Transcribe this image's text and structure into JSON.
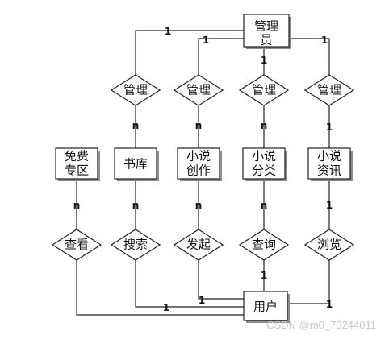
{
  "entities": {
    "admin_line1": "管理",
    "admin_line2": "员",
    "free_line1": "免费",
    "free_line2": "专区",
    "library": "书库",
    "creation_line1": "小说",
    "creation_line2": "创作",
    "category_line1": "小说",
    "category_line2": "分类",
    "news_line1": "小说",
    "news_line2": "资讯",
    "user": "用户"
  },
  "relations": {
    "manage_1": "管理",
    "manage_2": "管理",
    "manage_3": "管理",
    "manage_4": "管理",
    "view": "查看",
    "search": "搜索",
    "initiate": "发起",
    "query": "查询",
    "browse": "浏览"
  },
  "cardinalities": {
    "admin_manage1": "1",
    "admin_manage2": "1",
    "admin_manage3": "1",
    "admin_manage4": "1",
    "manage1_library": "n",
    "manage2_creation": "n",
    "manage3_category": "n",
    "manage4_news": "1",
    "free_view": "n",
    "library_search": "n",
    "creation_initiate": "n",
    "category_query": "n",
    "news_browse": "1",
    "query_user": "1",
    "user_left_a": "1",
    "user_left_b": "1",
    "user_right": "1"
  },
  "watermark": "CSDN @m0_73244011"
}
